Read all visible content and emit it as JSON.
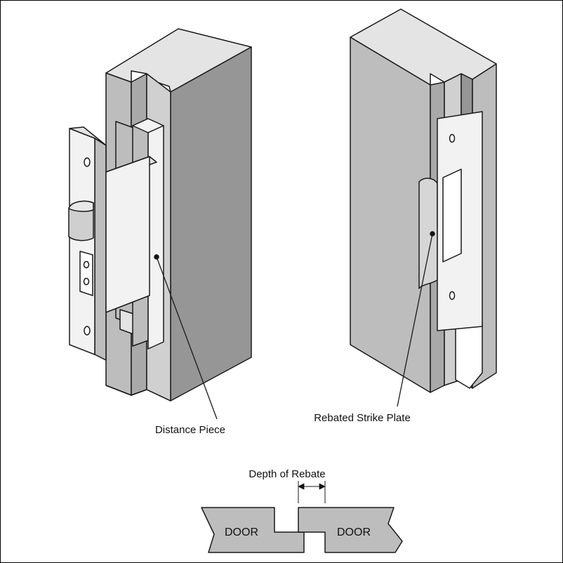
{
  "labels": {
    "distance_piece": "Distance Piece",
    "rebated_strike_plate": "Rebated Strike Plate",
    "depth_of_rebate": "Depth of Rebate",
    "door_left": "DOOR",
    "door_right": "DOOR"
  },
  "colors": {
    "light": "#e4e4e4",
    "mid": "#bdbdbd",
    "dark": "#969696",
    "plate": "#f2f2f2",
    "stroke": "#1a1a1a"
  }
}
